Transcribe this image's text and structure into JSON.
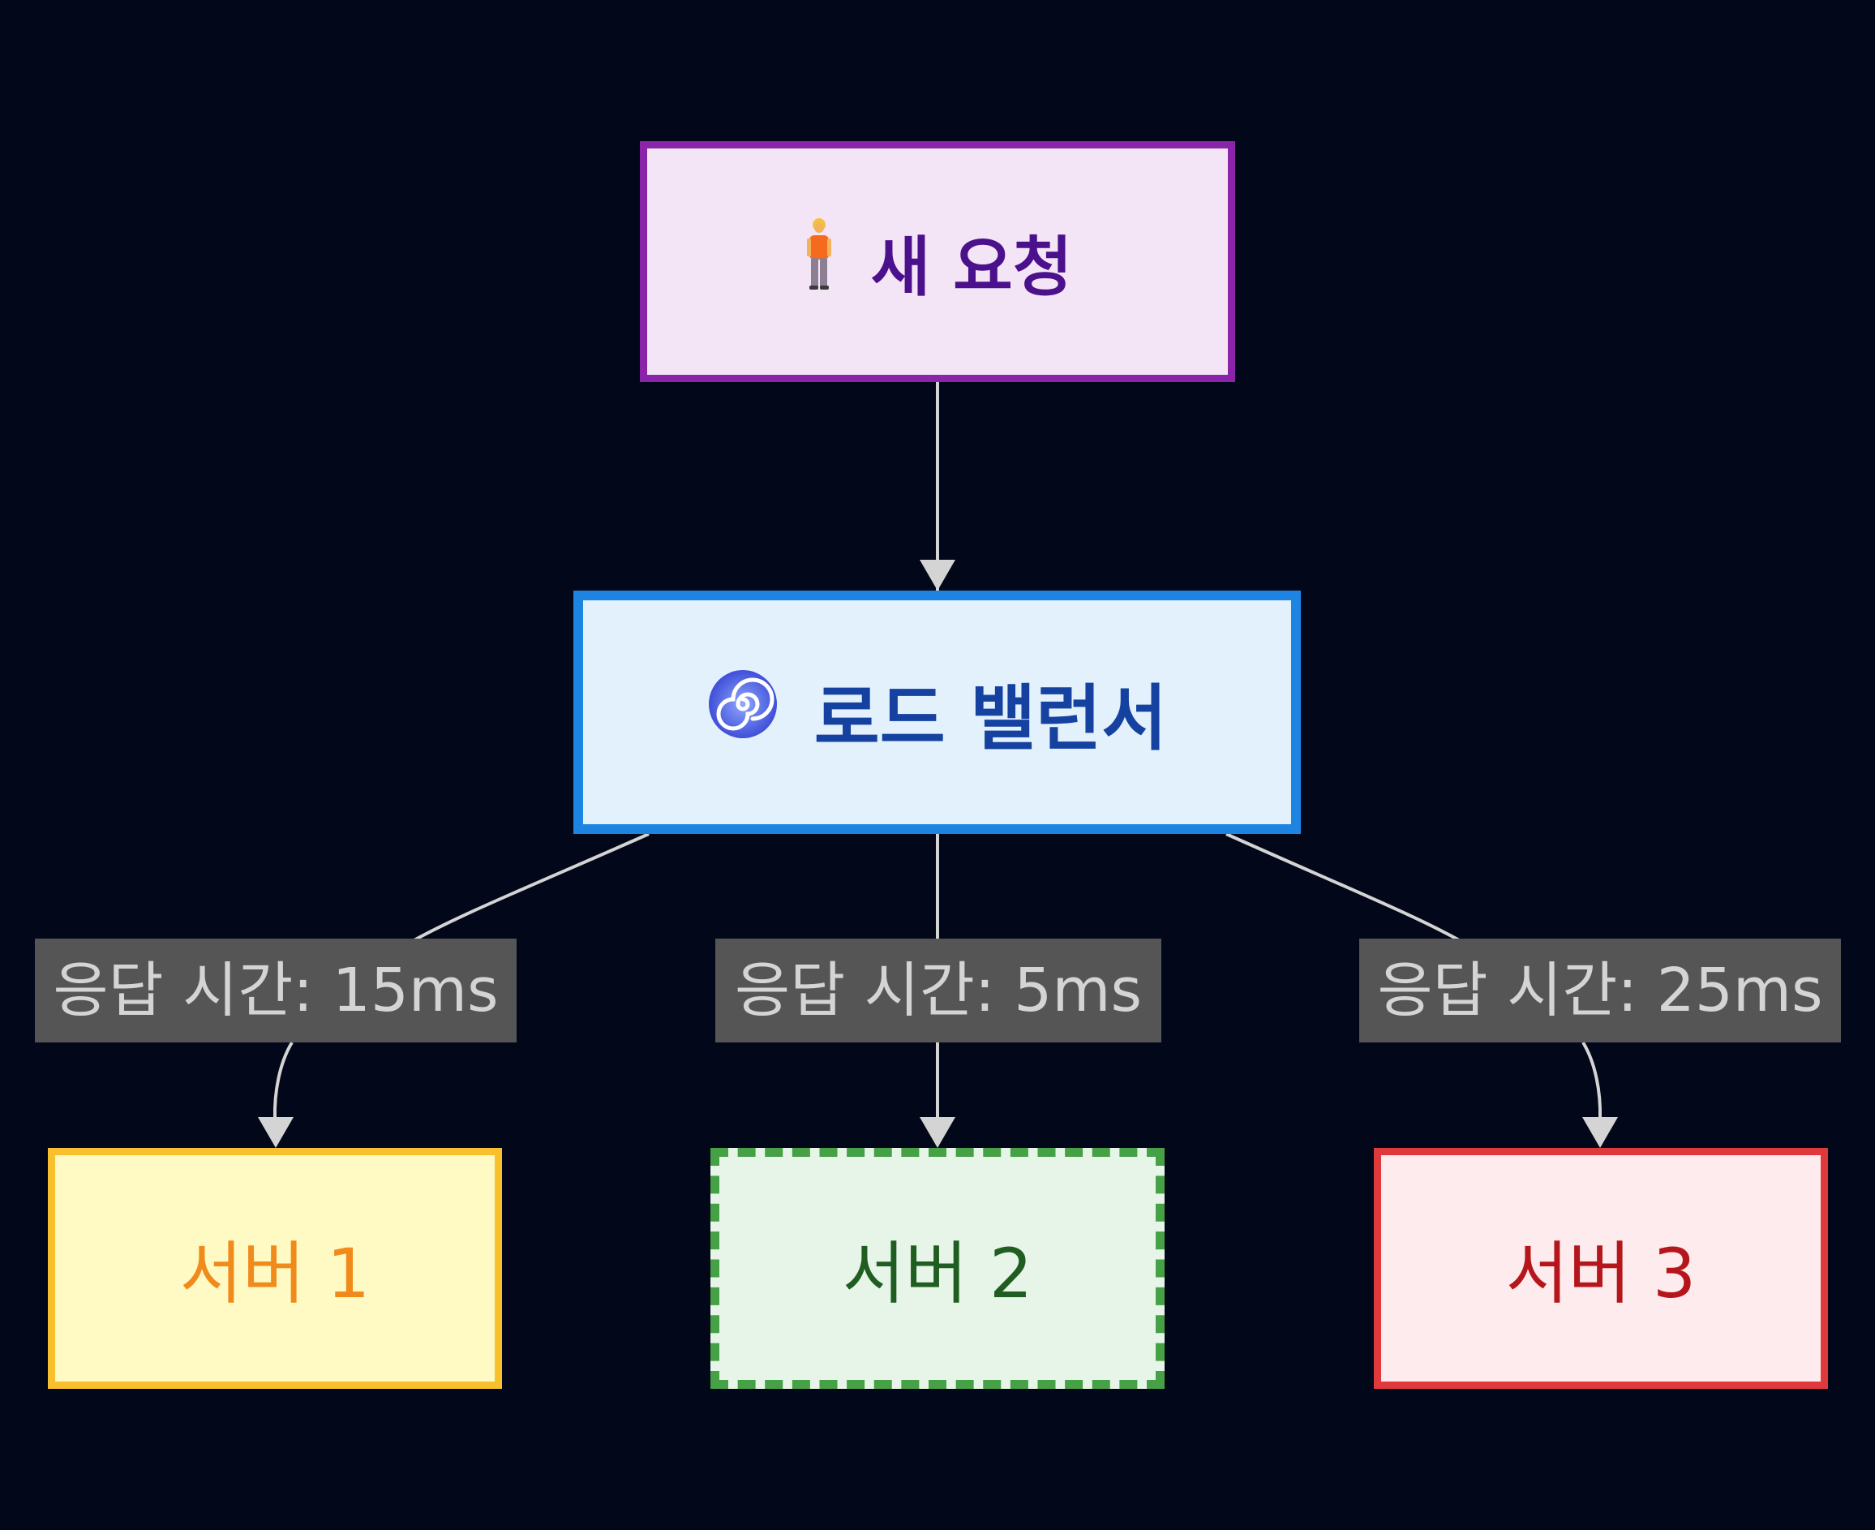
{
  "diagram": {
    "nodes": {
      "request": {
        "label": "새 요청",
        "icon": "standing-person-icon"
      },
      "load_balancer": {
        "label": "로드 밸런서",
        "icon": "cyclone-icon"
      },
      "server1": {
        "label": "서버 1"
      },
      "server2": {
        "label": "서버 2"
      },
      "server3": {
        "label": "서버 3"
      }
    },
    "edges": [
      {
        "from": "request",
        "to": "load_balancer",
        "label": ""
      },
      {
        "from": "load_balancer",
        "to": "server1",
        "label": "응답 시간: 15ms"
      },
      {
        "from": "load_balancer",
        "to": "server2",
        "label": "응답 시간: 5ms"
      },
      {
        "from": "load_balancer",
        "to": "server3",
        "label": "응답 시간: 25ms"
      }
    ],
    "colors": {
      "background": "#02071a",
      "edge": "#d4d4d4",
      "request_border": "#8a24a8",
      "load_balancer_border": "#1d84e2",
      "server1_border": "#f9c02d",
      "server2_border": "#45a046",
      "server3_border": "#e0393b"
    }
  }
}
